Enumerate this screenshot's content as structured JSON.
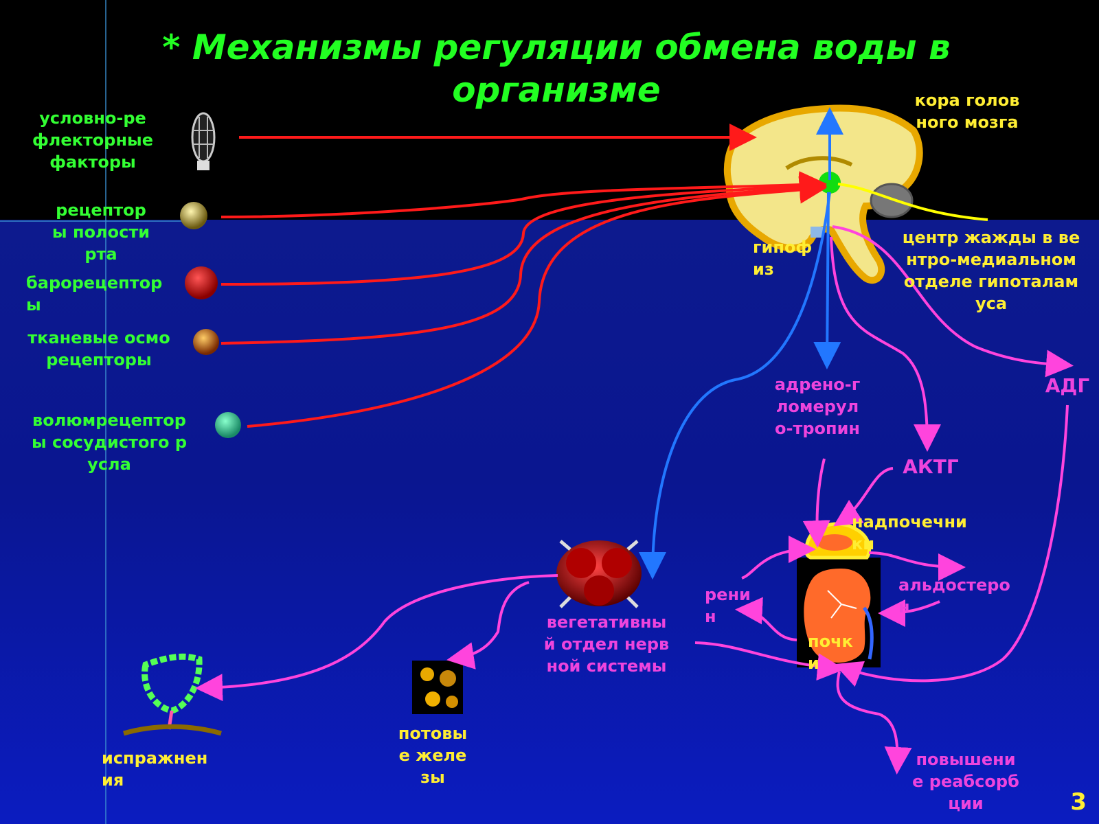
{
  "title": "*  Механизмы регуляции обмена воды в организме",
  "page_number": "3",
  "labels": {
    "conditioned": "условно-рефлекторные факторы",
    "oral_receptors": "рецепторы полости рта",
    "baroreceptors": "барорецепторы",
    "osmoreceptors": "тканевые осморецепторы",
    "volumoreceptors": "волюмрецепторы сосудистого русла",
    "cortex": "кора головного мозга",
    "pituitary": "гипофиз",
    "thirst_center": "центр жажды в вентро-медиальном отделе гипоталамуса",
    "adg": "АДГ",
    "aktg": "АКТГ",
    "adrenoglomerulotropin": "адрено-гломеруло-тропин",
    "adrenals": "надпочечники",
    "renin": "ренин",
    "aldosterone": "альдостерон",
    "kidneys": "почки",
    "autonomic": "вегетативный отдел нервной системы",
    "defecation": "испражнения",
    "sweat_glands": "потовые железы",
    "reabsorption": "повышение реабсорбции"
  },
  "colors": {
    "title": "#22ff22",
    "green_text": "#33ff33",
    "yellow_text": "#ffee33",
    "magenta_text": "#ee44dd",
    "red_arrow": "#ff1a1a",
    "blue_arrow": "#2277ff",
    "magenta_arrow": "#ff44dd",
    "yellow_arrow": "#ffff00"
  }
}
